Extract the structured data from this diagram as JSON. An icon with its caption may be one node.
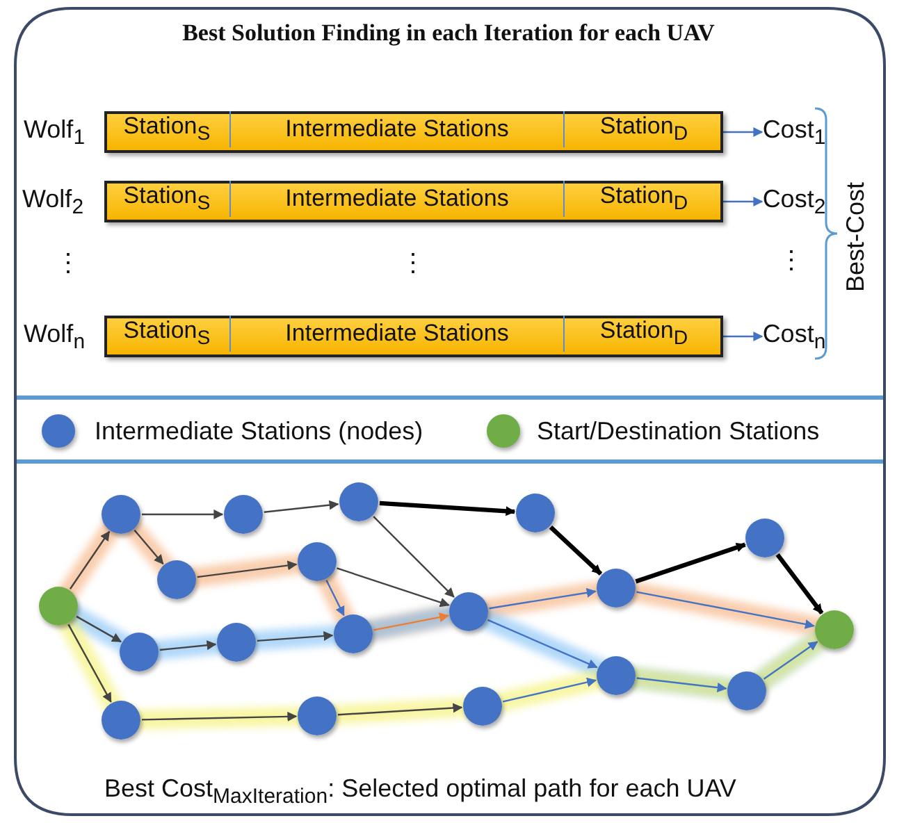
{
  "diagram": {
    "title": "Best Solution Finding in each Iteration for each UAV",
    "caption": "Best Cost$_{MaxIteration}$: Selected optimal path for each UAV",
    "nodes": [
      {
        "text": [],
        "shape": "bar"
      },
      {
        "text": [
          "Station$_{S}$"
        ],
        "in": 0
      },
      {
        "text": [
          "Intermediate Stations"
        ],
        "in": 0
      },
      {
        "text": [
          "Station$_{D}$"
        ],
        "in": 0
      },
      {
        "text": [
          "Cost$_{1}$"
        ]
      },
      {
        "text": [],
        "shape": "bar"
      },
      {
        "text": [
          "Station$_{S}$"
        ],
        "in": 5
      },
      {
        "text": [
          "Intermediate Stations"
        ],
        "in": 5
      },
      {
        "text": [
          "Station$_{D}$"
        ],
        "in": 5
      },
      {
        "text": [
          "Cost$_{2}$"
        ]
      },
      {
        "text": [],
        "shape": "bar"
      },
      {
        "text": [
          "Station$_{S}$"
        ],
        "in": 10
      },
      {
        "text": [
          "Intermediate Stations"
        ],
        "in": 10
      },
      {
        "text": [
          "Station$_{D}$"
        ],
        "in": 10
      },
      {
        "text": [
          "Cost$_{n}$"
        ]
      },
      {
        "text": [],
        "shape": "circle"
      },
      {
        "text": [],
        "shape": "circle"
      },
      {
        "text": [],
        "shape": "circle"
      },
      {
        "text": [],
        "shape": "circle"
      },
      {
        "text": [],
        "shape": "circle"
      },
      {
        "text": [],
        "shape": "circle"
      },
      {
        "text": [],
        "shape": "circle"
      },
      {
        "text": [],
        "shape": "circle"
      },
      {
        "text": [],
        "shape": "circle"
      },
      {
        "text": [],
        "shape": "circle"
      },
      {
        "text": [],
        "shape": "circle"
      },
      {
        "text": [],
        "shape": "circle"
      },
      {
        "text": [],
        "shape": "circle"
      },
      {
        "text": [],
        "shape": "circle"
      },
      {
        "text": [],
        "shape": "circle"
      },
      {
        "text": [],
        "shape": "circle"
      },
      {
        "text": [],
        "shape": "circle"
      },
      {
        "text": [],
        "shape": "circle"
      },
      {
        "text": [],
        "shape": "circle"
      }
    ],
    "edges": [
      {
        "from": 0,
        "to": 4,
        "arrow": "to",
        "color": "#4472c4"
      },
      {
        "from": 5,
        "to": 9,
        "arrow": "to",
        "color": "#4472c4"
      },
      {
        "from": 10,
        "to": 14,
        "arrow": "to",
        "color": "#4472c4"
      },
      {
        "from": 15,
        "to": 16,
        "arrow": "to"
      },
      {
        "from": 16,
        "to": 17,
        "arrow": "to"
      },
      {
        "from": 17,
        "to": 18,
        "arrow": "to"
      },
      {
        "from": 18,
        "to": 25,
        "arrow": "to",
        "style": "thick",
        "color": "#000000"
      },
      {
        "from": 18,
        "to": 24,
        "arrow": "to"
      },
      {
        "from": 16,
        "to": 19,
        "arrow": "to"
      },
      {
        "from": 19,
        "to": 20,
        "arrow": "to"
      },
      {
        "from": 20,
        "to": 23,
        "arrow": "to",
        "color": "#4472c4"
      },
      {
        "from": 20,
        "to": 24,
        "arrow": "to"
      },
      {
        "from": 15,
        "to": 21,
        "arrow": "to"
      },
      {
        "from": 21,
        "to": 22,
        "arrow": "to"
      },
      {
        "from": 22,
        "to": 23,
        "arrow": "to"
      },
      {
        "from": 23,
        "to": 24,
        "arrow": "to",
        "color": "#ed7d31"
      },
      {
        "from": 15,
        "to": 28,
        "arrow": "to"
      },
      {
        "from": 28,
        "to": 29,
        "arrow": "to"
      },
      {
        "from": 29,
        "to": 30,
        "arrow": "to"
      },
      {
        "from": 30,
        "to": 31,
        "arrow": "to",
        "color": "#4472c4"
      },
      {
        "from": 24,
        "to": 26,
        "arrow": "to",
        "color": "#4472c4"
      },
      {
        "from": 24,
        "to": 31,
        "arrow": "to",
        "color": "#4472c4"
      },
      {
        "from": 25,
        "to": 26,
        "arrow": "to",
        "style": "thick",
        "color": "#000000"
      },
      {
        "from": 26,
        "to": 27,
        "arrow": "to",
        "style": "thick",
        "color": "#000000"
      },
      {
        "from": 27,
        "to": 33,
        "arrow": "to",
        "style": "thick",
        "color": "#000000"
      },
      {
        "from": 26,
        "to": 33,
        "arrow": "to",
        "color": "#4472c4"
      },
      {
        "from": 31,
        "to": 32,
        "arrow": "to",
        "color": "#4472c4"
      },
      {
        "from": 32,
        "to": 33,
        "arrow": "to",
        "color": "#4472c4"
      }
    ],
    "labels": [
      "Wolf$_{1}$",
      "Wolf$_{2}$",
      "⋮",
      "⋮",
      "⋮",
      "Wolf$_{n}$",
      "Best-Cost"
    ],
    "legend": [
      {
        "text": "Intermediate Stations (nodes)",
        "color": "#4472c4"
      },
      {
        "text": "Start/Destination Stations",
        "color": "#70ad47"
      }
    ]
  }
}
